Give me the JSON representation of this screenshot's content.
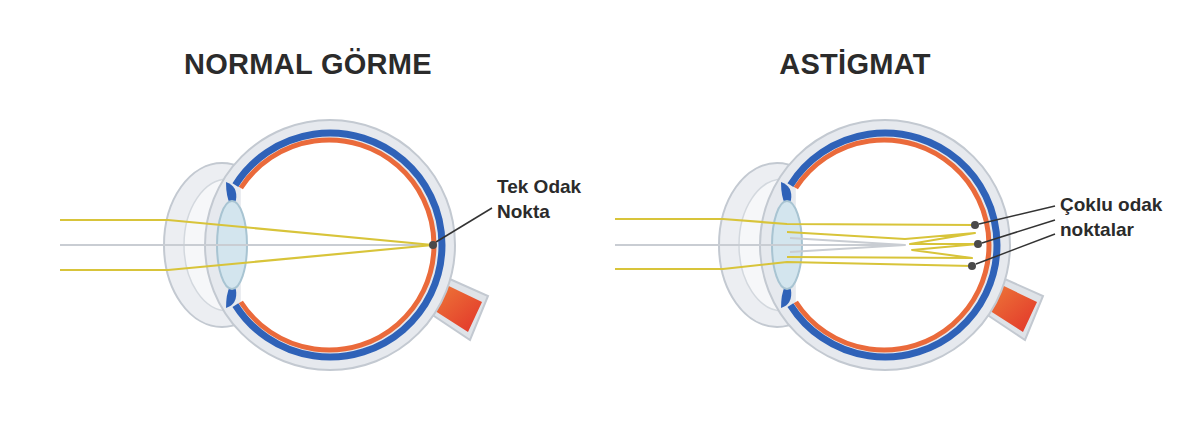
{
  "diagram": {
    "labels": [
      "NORMAL GÖRME",
      "ASTİGMAT",
      "Tek Odak Nokta",
      "Çoklu odak noktalar"
    ]
  }
}
